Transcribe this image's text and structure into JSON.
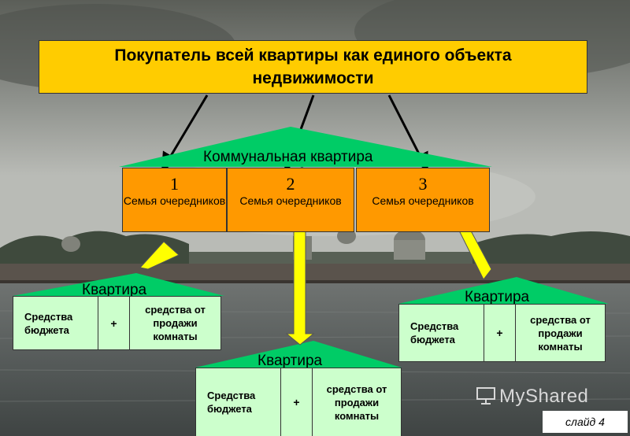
{
  "title": "Покупатель всей квартиры как единого объекта недвижимости",
  "communal": {
    "label": "Коммунальная квартира",
    "families": [
      {
        "number": "1",
        "text": "Семья очередников"
      },
      {
        "number": "2",
        "text": "Семья очередников"
      },
      {
        "number": "3",
        "text": "Семья очередников"
      }
    ]
  },
  "apartments": [
    {
      "label": "Квартира",
      "budget": "Средства бюджета",
      "plus": "+",
      "sale": "средства от продажи комнаты"
    },
    {
      "label": "Квартира",
      "budget": "Средства бюджета",
      "plus": "+",
      "sale": "средства от продажи комнаты"
    },
    {
      "label": "Квартира",
      "budget": "Средства бюджета",
      "plus": "+",
      "sale": "средства от продажи комнаты"
    }
  ],
  "watermark": "MyShared",
  "slide_label": "слайд 4",
  "colors": {
    "title_bg": "#ffcc00",
    "family_bg": "#ff9900",
    "roof_green": "#00cc66",
    "apartment_bg": "#ccffcc",
    "connector_yellow": "#ffff00"
  }
}
